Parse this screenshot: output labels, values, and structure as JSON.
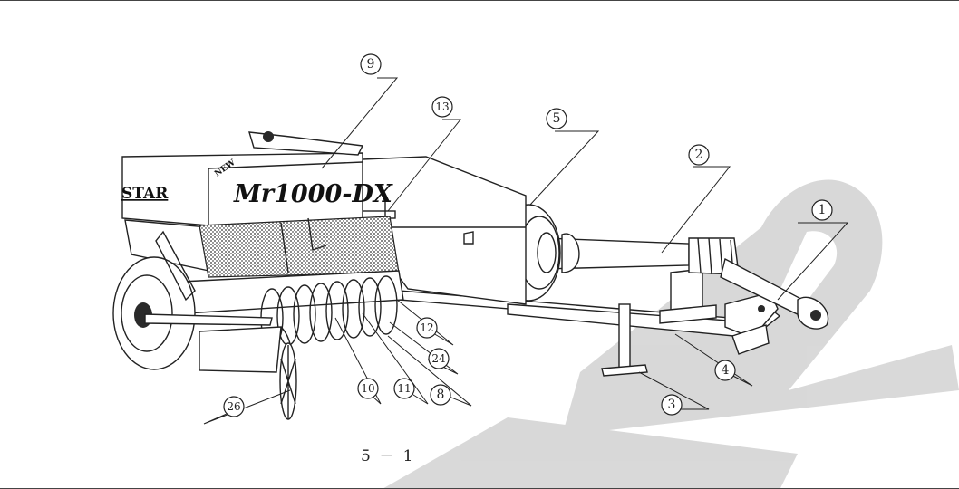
{
  "figure": {
    "caption": "5 － 1",
    "brand_star": "STAR",
    "brand_new": "NEW",
    "brand_model": "Mr1000-DX"
  },
  "callouts": [
    {
      "id": "c1",
      "label": "1"
    },
    {
      "id": "c2",
      "label": "2"
    },
    {
      "id": "c3",
      "label": "3"
    },
    {
      "id": "c4",
      "label": "4"
    },
    {
      "id": "c5",
      "label": "5"
    },
    {
      "id": "c8",
      "label": "8"
    },
    {
      "id": "c9",
      "label": "9"
    },
    {
      "id": "c10",
      "label": "10"
    },
    {
      "id": "c11",
      "label": "11"
    },
    {
      "id": "c12",
      "label": "12"
    },
    {
      "id": "c13",
      "label": "13"
    },
    {
      "id": "c24",
      "label": "24"
    },
    {
      "id": "c26",
      "label": "26"
    }
  ],
  "colors": {
    "watermark": "#cfcfcf",
    "ink": "#222222"
  }
}
